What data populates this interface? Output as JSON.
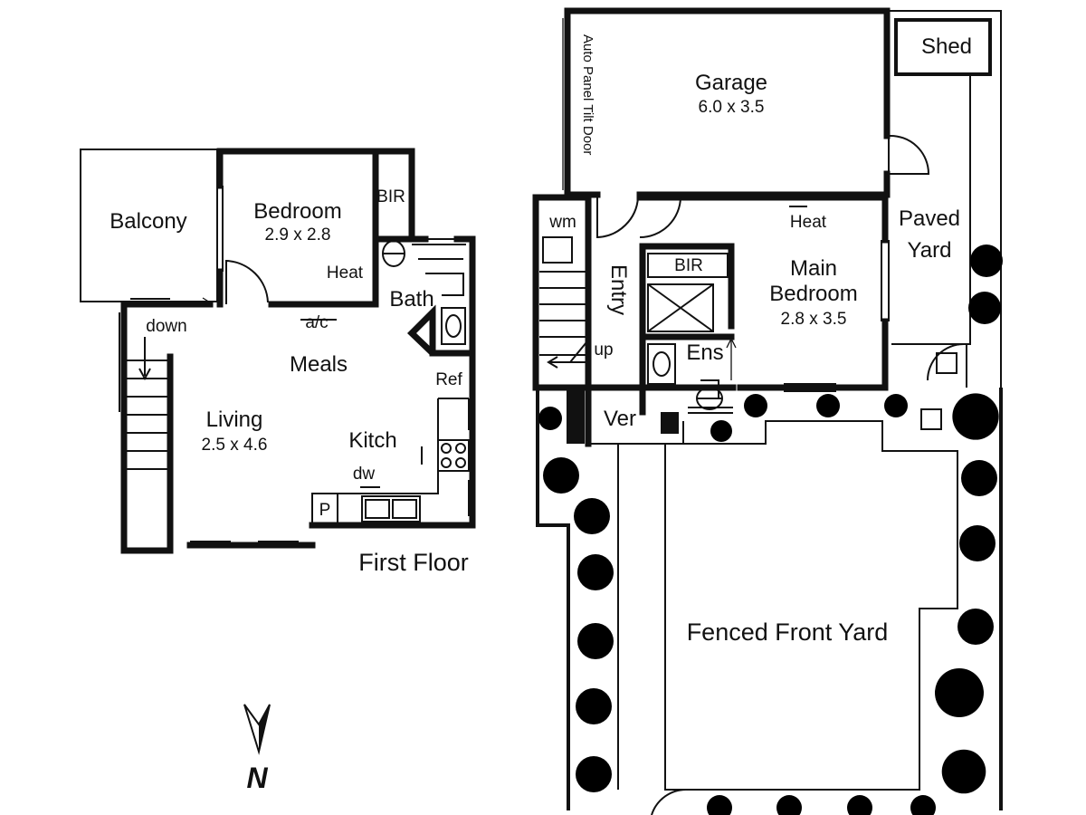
{
  "first_floor": {
    "caption": "First Floor",
    "balcony": "Balcony",
    "bedroom": {
      "name": "Bedroom",
      "size": "2.9 x 2.8"
    },
    "bir": "BIR",
    "heat": "Heat",
    "bath": "Bath",
    "ac": "a/c",
    "down": "down",
    "meals": "Meals",
    "ref": "Ref",
    "living": {
      "name": "Living",
      "size": "2.5 x 4.6"
    },
    "kitch": "Kitch",
    "dw": "dw",
    "pantry": "P"
  },
  "ground_floor": {
    "garage": {
      "name": "Garage",
      "size": "6.0 x 3.5"
    },
    "door_note": "Auto Panel Tilt Door",
    "shed": "Shed",
    "paved_yard": {
      "line1": "Paved",
      "line2": "Yard"
    },
    "wm": "wm",
    "entry": "Entry",
    "heat": "Heat",
    "bir": "BIR",
    "main_bedroom": {
      "line1": "Main",
      "line2": "Bedroom",
      "size": "2.8 x 3.5"
    },
    "ens": "Ens",
    "up": "up",
    "ver": "Ver",
    "front_yard": "Fenced Front Yard"
  },
  "compass": {
    "label": "N"
  }
}
